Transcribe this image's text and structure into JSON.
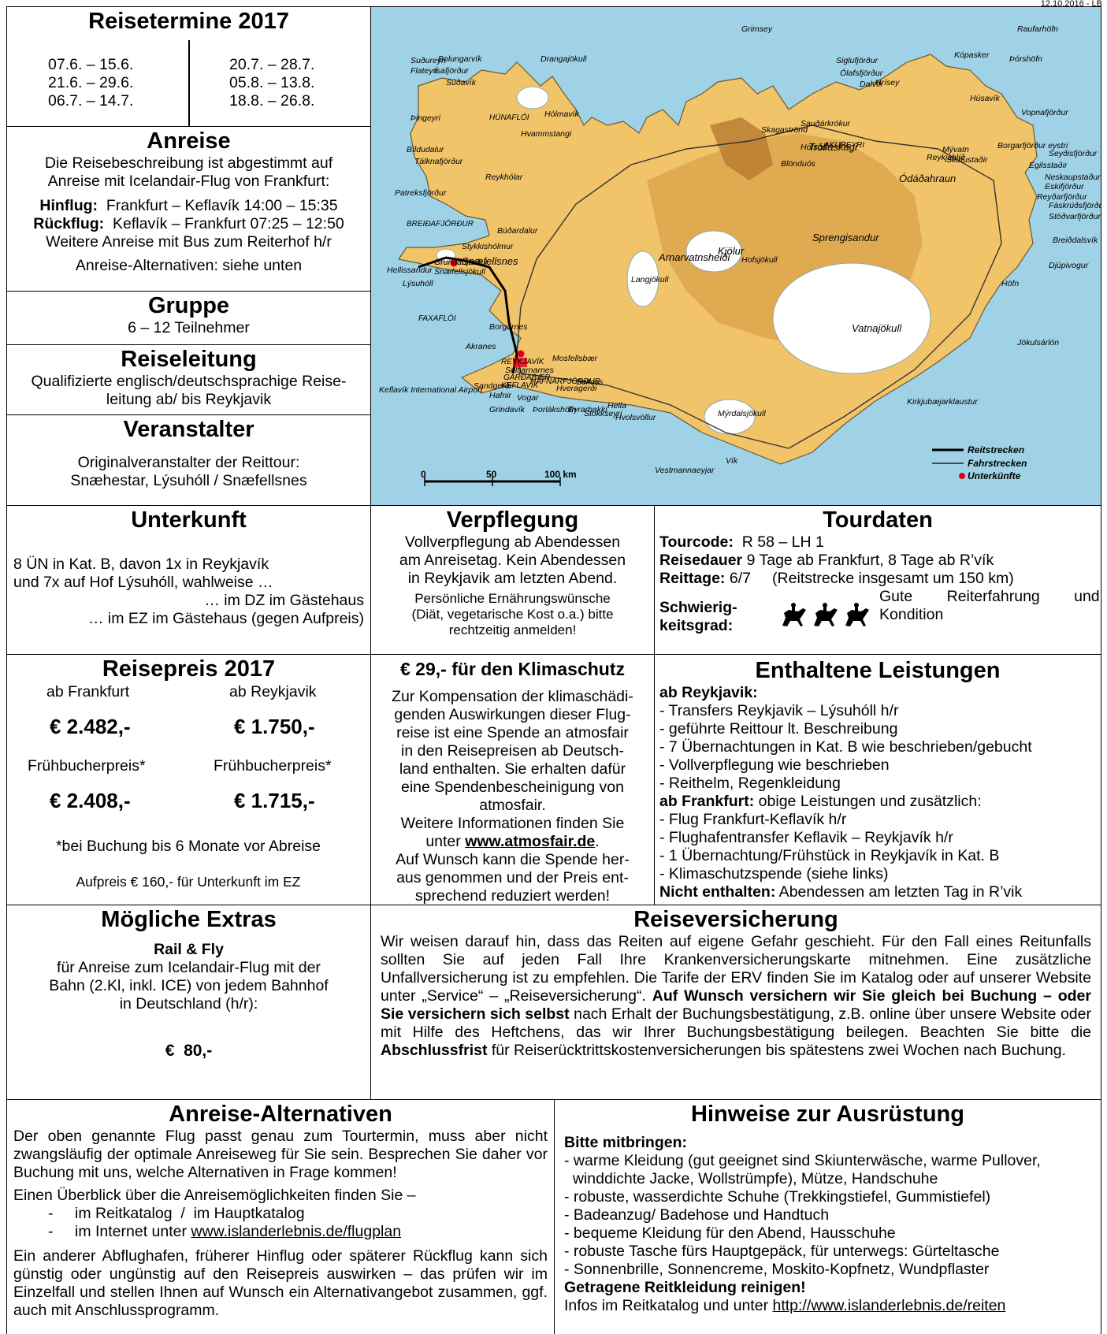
{
  "header": {
    "date": "12.10.2016 - LB"
  },
  "reisetermine": {
    "title": "Reisetermine 2017",
    "left": [
      "07.6. – 15.6.",
      "21.6. – 29.6.",
      "06.7. – 14.7."
    ],
    "right": [
      "20.7. – 28.7.",
      "05.8. – 13.8.",
      "18.8. – 26.8."
    ]
  },
  "anreise": {
    "title": "Anreise",
    "intro": "Die Reisebeschreibung ist abgestimmt auf Anreise mit Icelandair-Flug von Frankfurt:",
    "hinflug_label": "Hinflug:",
    "hinflug": "Frankfurt – Keflavík  14:00 – 15:35",
    "rueckflug_label": "Rückflug:",
    "rueckflug": "Keflavík – Frankfurt 07:25 –  12:50",
    "weiter": "Weitere Anreise mit Bus zum Reiterhof h/r",
    "alternativen": "Anreise-Alternativen: siehe unten"
  },
  "gruppe": {
    "title": "Gruppe",
    "text": "6 – 12 Teilnehmer"
  },
  "reiseleitung": {
    "title": "Reiseleitung",
    "line1": "Qualifizierte englisch/deutschsprachige Reise-",
    "line2": "leitung ab/ bis Reykjavik"
  },
  "veranstalter": {
    "title": "Veranstalter",
    "line1": "Originalveranstalter der Reittour:",
    "line2": "Snæhestar, Lýsuhóll / Snæfellsnes"
  },
  "map": {
    "labels": [
      "Grimsey",
      "Raufarhöfn",
      "Kópasker",
      "Þórshöfn",
      "Húsavík",
      "Siglufjörður",
      "Ólafsfjörður",
      "Dalvík",
      "Hrísey",
      "Drangajökull",
      "Suðureyri",
      "Bolungarvík",
      "Ísafjörður",
      "Flateyri",
      "Súðavík",
      "Hólmavík",
      "Skagaströnd",
      "Sauðárkrókur",
      "Hofsós",
      "Blönduós",
      "Tröllaskagi",
      "AKUREYRI",
      "Mývatn",
      "Skútustaðir",
      "Reykjahlíð",
      "Ódáðahraun",
      "Vopnafjörður",
      "Borgarfjörður eystri",
      "Egilsstaðir",
      "Seyðisfjörður",
      "Neskaupstaður",
      "Eskifjörður",
      "Reyðarfjörður",
      "Fáskrúðsfjörður",
      "Stöðvarfjörður",
      "Breiðdalsvík",
      "Djúpivogur",
      "Höfn",
      "Jökulsárlón",
      "Kirkjubæjarklaustur",
      "Vatnajökull",
      "Sprengisandur",
      "Hofsjökull",
      "Kjölur",
      "Langjökull",
      "Arnarvatnsheiði",
      "Snæfellsnes",
      "Snæfellsjökull",
      "Hellissandur",
      "Grundarfjörður",
      "Stykkishólmur",
      "Búðardalur",
      "Lýsuhóll",
      "BREIÐAFJÖRÐUR",
      "HÚNAFLÓI",
      "FAXAFLÓI",
      "Akranes",
      "Borgarnes",
      "REYKJAVÍK",
      "Seltjarnarnes",
      "GARÐABÆR",
      "HAFNARFJÖRÐUR",
      "KEFLAVÍK",
      "Sandgerði",
      "Hafnir",
      "Vogar",
      "Grindavík",
      "Keflavík International Airport",
      "Þorlákshöfn",
      "Eyrarbakki",
      "Stokkseyri",
      "Hella",
      "Hvolsvöllur",
      "Mýrdalsjökull",
      "Vík",
      "Vestmannaeyjar",
      "Mosfellsbær",
      "Hveragerði",
      "Selfoss",
      "Hvammstangi",
      "Reykhólar",
      "Tálknafjörður",
      "Bíldudalur",
      "Patreksfjörður",
      "Þingeyri"
    ],
    "scale": [
      "0",
      "50",
      "100 km"
    ],
    "legend": [
      "Reitstrecken",
      "Fahrstrecken",
      "Unterkünfte"
    ]
  },
  "unterkunft": {
    "title": "Unterkunft",
    "lines": [
      "8 ÜN in Kat. B, davon 1x in Reykjavík",
      "und 7x auf Hof Lýsuhóll, wahlweise …",
      "… im DZ im Gästehaus",
      "… im EZ im Gästehaus (gegen Aufpreis)"
    ]
  },
  "verpflegung": {
    "title": "Verpflegung",
    "lines": [
      "Vollverpflegung ab Abendessen",
      "am Anreisetag. Kein Abendessen",
      "in Reykjavik am letzten Abend."
    ],
    "small": [
      "Persönliche Ernährungswünsche",
      "(Diät, vegetarische Kost o.a.) bitte",
      "rechtzeitig anmelden!"
    ]
  },
  "tourdaten": {
    "title": "Tourdaten",
    "tourcode_label": "Tourcode:",
    "tourcode": "R 58 – LH 1",
    "dauer_label": "Reisedauer",
    "dauer": "9 Tage ab Frankfurt, 8 Tage ab R’vík",
    "reittage_label": "Reittage:",
    "reittage": "6/7     (Reitstrecke insgesamt um 150 km)",
    "schw_label1": "Schwierig-",
    "schw_label2": "keitsgrad:",
    "schw_text1": "Gute        Reiterfahrung        und",
    "schw_text2": "Kondition",
    "horse_icons": "horse-rider-icon x3"
  },
  "reisepreis": {
    "title": "Reisepreis 2017",
    "col1": "ab Frankfurt",
    "col2": "ab Reykjavik",
    "price1": "€ 2.482,-",
    "price2": "€ 1.750,-",
    "early1": "Frühbucherpreis*",
    "early2": "Frühbucherpreis*",
    "eprice1": "€ 2.408,-",
    "eprice2": "€ 1.715,-",
    "note": "*bei Buchung bis 6 Monate vor Abreise",
    "aufpreis": "Aufpreis € 160,- für Unterkunft im EZ"
  },
  "klima": {
    "title": "€ 29,- für den Klimaschutz",
    "lines": [
      "Zur Kompensation der klimaschädi-",
      "genden Auswirkungen dieser Flug-",
      "reise ist eine Spende an atmosfair",
      "in den Reisepreisen ab Deutsch-",
      "land enthalten. Sie erhalten dafür",
      "eine Spendenbescheinigung von",
      "atmosfair.",
      "Weitere Informationen finden Sie"
    ],
    "unter": "unter ",
    "link": "www.atmosfair.de",
    "dot": ".",
    "last": [
      "Auf Wunsch kann die Spende her-",
      "aus genommen und der Preis ent-",
      "sprechend reduziert werden!"
    ]
  },
  "leistungen": {
    "title": "Enthaltene Leistungen",
    "rvk_label": "ab Reykjavik:",
    "rvk_items": [
      "- Transfers Reykjavik – Lýsuhóll h/r",
      "- geführte Reittour lt. Beschreibung",
      "- 7 Übernachtungen in Kat. B wie beschrieben/gebucht",
      "- Vollverpflegung wie beschrieben",
      "- Reithelm, Regenkleidung"
    ],
    "fra_label": "ab Frankfurt:",
    "fra_text": " obige Leistungen und zusätzlich:",
    "fra_items": [
      "- Flug Frankfurt-Keflavík h/r",
      "- Flughafentransfer Keflavik – Reykjavík h/r",
      "- 1 Übernachtung/Frühstück in Reykjavík in Kat. B",
      "- Klimaschutzspende (siehe links)"
    ],
    "nicht_label": "Nicht enthalten:",
    "nicht_text": " Abendessen am letzten Tag in R’vik"
  },
  "extras": {
    "title": "Mögliche Extras",
    "sub": "Rail & Fly",
    "lines": [
      "für Anreise zum Icelandair-Flug mit der",
      "Bahn (2.Kl, inkl. ICE) von jedem Bahnhof",
      "in Deutschland (h/r):"
    ],
    "price": "€  80,-"
  },
  "versicherung": {
    "title": "Reiseversicherung",
    "p1": "Wir weisen darauf hin, dass das Reiten auf eigene Gefahr geschieht. Für den Fall eines Reitunfalls sollten Sie auf jeden Fall Ihre Krankenversicherungskarte mitnehmen. Eine zusätzliche Unfallversicherung ist zu empfehlen. Die Tarife der ERV finden Sie im Katalog oder auf unserer Website unter „Service“ – „Reiseversicherung“. ",
    "b1": "Auf Wunsch versichern wir Sie gleich bei Buchung – oder Sie versichern sich selbst",
    "p2": " nach Erhalt der Buchungsbestätigung, z.B. online über unsere Website oder mit Hilfe des Heftchens, das wir Ihrer Buchungsbestätigung beilegen. Beachten Sie bitte die ",
    "b2": "Abschlussfrist",
    "p3": " für Reiserücktrittskostenversicherungen bis spätestens zwei Wochen nach Buchung."
  },
  "alternativen": {
    "title": "Anreise-Alternativen",
    "p1": "Der oben genannte Flug passt genau zum Tourtermin, muss aber nicht zwangsläufig der optimale Anreiseweg für Sie sein. Besprechen Sie daher vor Buchung mit uns, welche Alternativen in Frage kommen!",
    "p2": "Einen Überblick über die Anreisemöglichkeiten finden Sie –",
    "li1": "im Reitkatalog  /  im Hauptkatalog",
    "li2_pre": "im Internet unter ",
    "li2_link": "www.islanderlebnis.de/flugplan",
    "p3": "Ein anderer Abflughafen, früherer Hinflug oder späterer Rückflug kann sich günstig oder ungünstig auf den Reisepreis auswirken – das prüfen wir im Einzelfall und stellen Ihnen auf Wunsch ein Alternativangebot zusammen, ggf. auch mit Anschlussprogramm."
  },
  "ausruestung": {
    "title": "Hinweise zur Ausrüstung",
    "label": "Bitte mitbringen:",
    "items": [
      "- warme Kleidung (gut geeignet sind Skiunterwäsche, warme Pullover,",
      "  winddichte Jacke, Wollstrümpfe), Mütze, Handschuhe",
      "- robuste, wasserdichte Schuhe (Trekkingstiefel, Gummistiefel)",
      "- Badeanzug/ Badehose und Handtuch",
      "- bequeme Kleidung für den Abend, Hausschuhe",
      "- robuste Tasche fürs Hauptgepäck, für unterwegs: Gürteltasche",
      "- Sonnenbrille, Sonnencreme, Moskito-Kopfnetz, Wundpflaster"
    ],
    "bold": "Getragene Reitkleidung reinigen!",
    "info_pre": "Infos im Reitkatalog und unter ",
    "info_link": "http://www.islanderlebnis.de/reiten"
  },
  "colors": {
    "sea": "#9fd2e6",
    "land": "#f2c46a",
    "highland": "#d9a24a",
    "glacier": "#ffffff",
    "route": "#000000",
    "accommodation": "#e0001a"
  }
}
